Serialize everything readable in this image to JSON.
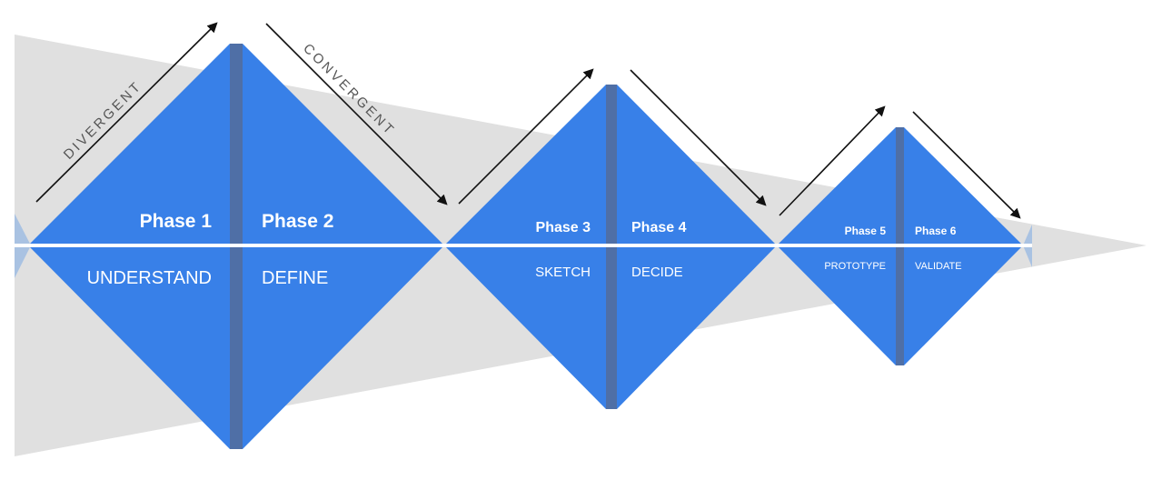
{
  "colors": {
    "funnel": "#e0e0e0",
    "diamond": "#3880e8",
    "seam": "#4f6fa6",
    "divider": "#ffffff",
    "arrow": "#111111",
    "arrow_text": "#555555"
  },
  "arrows": {
    "divergent_label": "DIVERGENT",
    "convergent_label": "CONVERGENT"
  },
  "phases": [
    {
      "name": "Phase 1",
      "stage": "UNDERSTAND"
    },
    {
      "name": "Phase 2",
      "stage": "DEFINE"
    },
    {
      "name": "Phase 3",
      "stage": "SKETCH"
    },
    {
      "name": "Phase 4",
      "stage": "DECIDE"
    },
    {
      "name": "Phase 5",
      "stage": "PROTOTYPE"
    },
    {
      "name": "Phase 6",
      "stage": "VALIDATE"
    }
  ]
}
